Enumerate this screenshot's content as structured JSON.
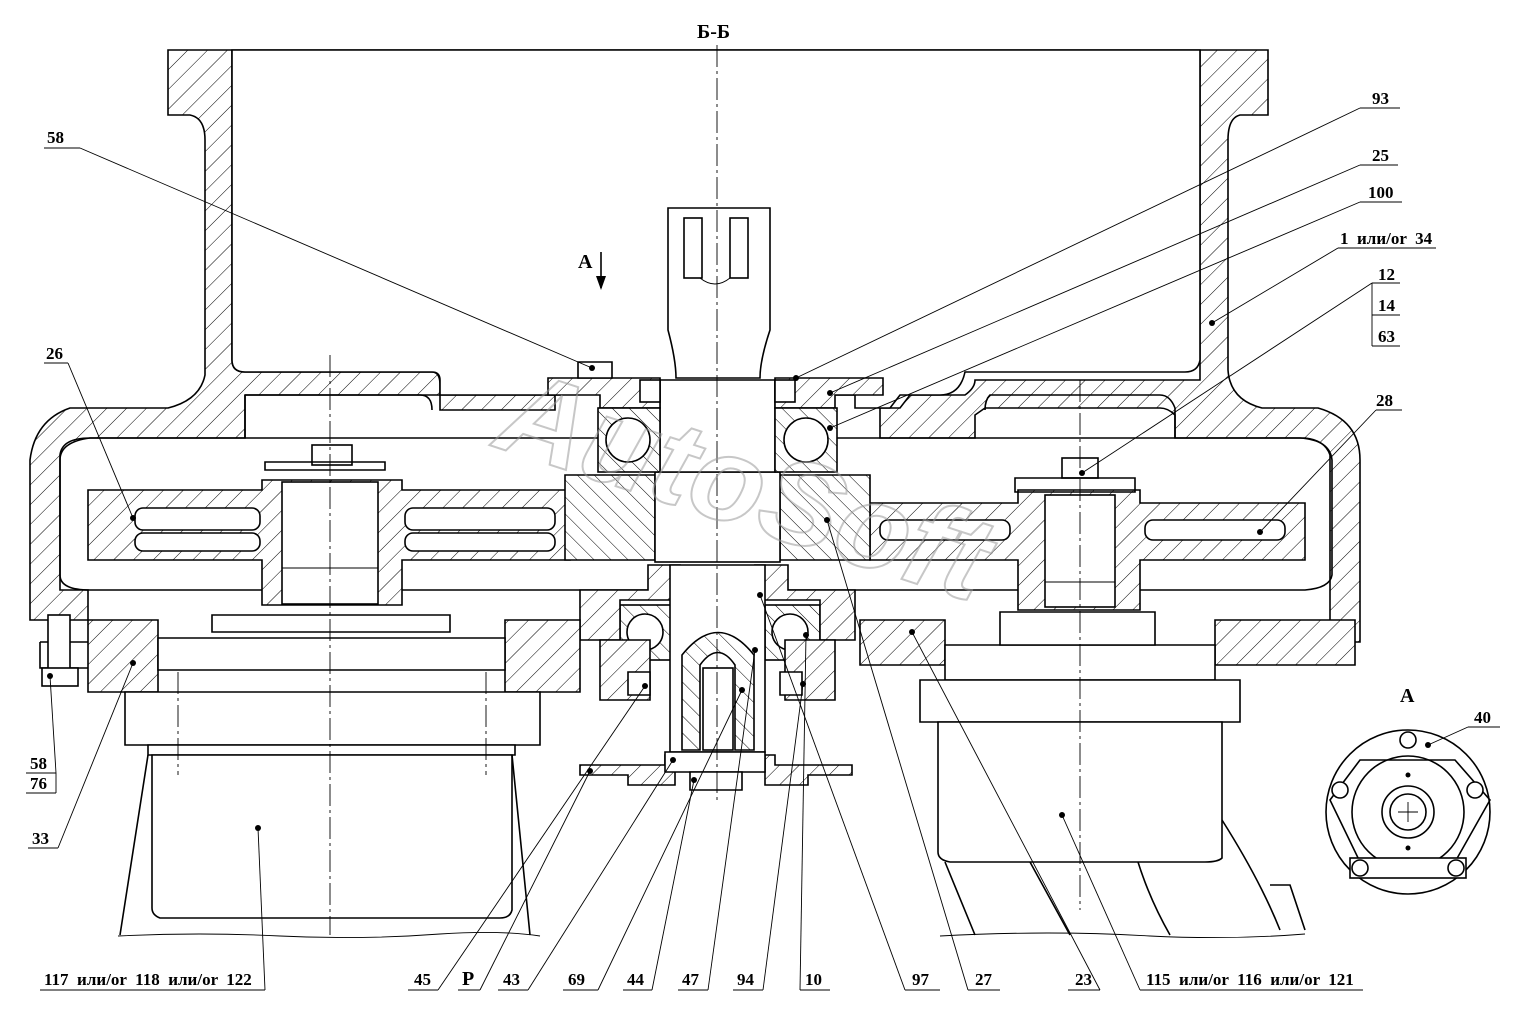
{
  "section_title": "Б-Б",
  "view_label": "A",
  "detail_view_label": "A",
  "watermark": "AutoSoft",
  "callouts": {
    "c58_top": "58",
    "c93": "93",
    "c25": "25",
    "c100": "100",
    "c1_34": "1  или/or  34",
    "c12": "12",
    "c14": "14",
    "c63": "63",
    "c26": "26",
    "c28": "28",
    "c58_bottom": "58",
    "c76": "76",
    "c33": "33",
    "c40": "40",
    "c117": "117  или/or  118  или/or  122",
    "c45": "45",
    "cP": "P",
    "c43": "43",
    "c69": "69",
    "c44": "44",
    "c47": "47",
    "c94": "94",
    "c10": "10",
    "c97": "97",
    "c27": "27",
    "c23": "23",
    "c115": "115  или/or  116  или/or  121"
  }
}
